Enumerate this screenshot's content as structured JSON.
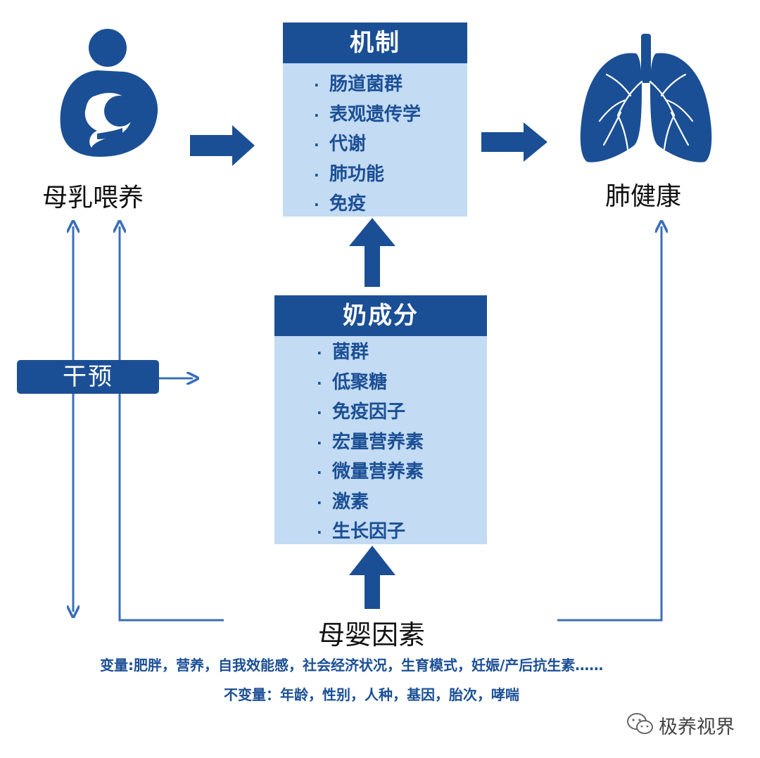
{
  "colors": {
    "primary": "#1b4f95",
    "box_body": "#c3dbf3",
    "line": "#3a6fb8"
  },
  "nodes": {
    "breastfeeding": {
      "label": "母乳喂养",
      "icon": "breastfeeding-icon"
    },
    "lung_health": {
      "label": "肺健康",
      "icon": "lungs-icon"
    },
    "maternal_infant_factors": {
      "label": "母婴因素"
    }
  },
  "mechanism": {
    "title": "机制",
    "items": [
      "肠道菌群",
      "表观遗传学",
      "代谢",
      "肺功能",
      "免疫"
    ]
  },
  "milk_components": {
    "title": "奶成分",
    "items": [
      "菌群",
      "低聚糖",
      "免疫因子",
      "宏量营养素",
      "微量营养素",
      "激素",
      "生长因子"
    ]
  },
  "intervention": {
    "label": "干预"
  },
  "footnotes": {
    "variables": "变量:肥胖，营养，自我效能感，社会经济状况，生育模式，妊娠/产后抗生素……",
    "invariables": "不变量：年龄，性别，人种，基因，胎次，哮喘"
  },
  "watermark": {
    "text": "极养视界",
    "icon": "wechat-icon"
  }
}
